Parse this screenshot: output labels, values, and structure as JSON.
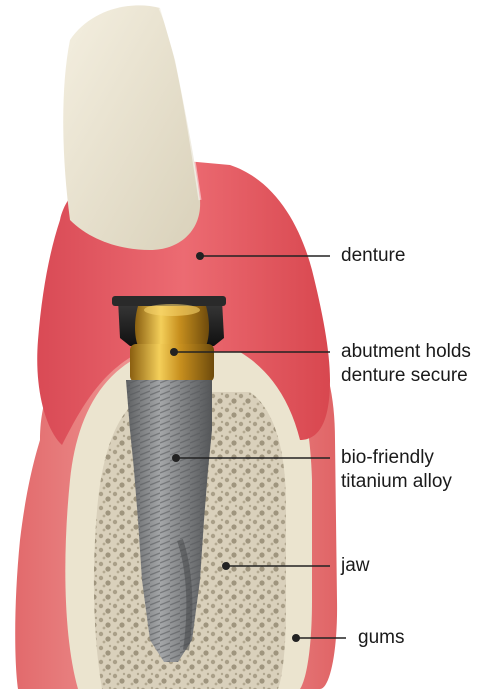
{
  "labels": {
    "denture": {
      "line1": "denture"
    },
    "abutment": {
      "line1": "abutment holds",
      "line2": "denture secure"
    },
    "implant": {
      "line1": "bio-friendly",
      "line2": "titanium alloy"
    },
    "jaw": {
      "line1": "jaw"
    },
    "gums": {
      "line1": "gums"
    }
  },
  "colors": {
    "gum": "#e75f66",
    "gum_light": "#f3a7a5",
    "tooth": "#ece6d2",
    "bone": "#e9e2cd",
    "bone_porous": "#b7ad97",
    "titanium": "#8a8c8e",
    "gold": "#d9a62a",
    "leader": "#222222"
  }
}
